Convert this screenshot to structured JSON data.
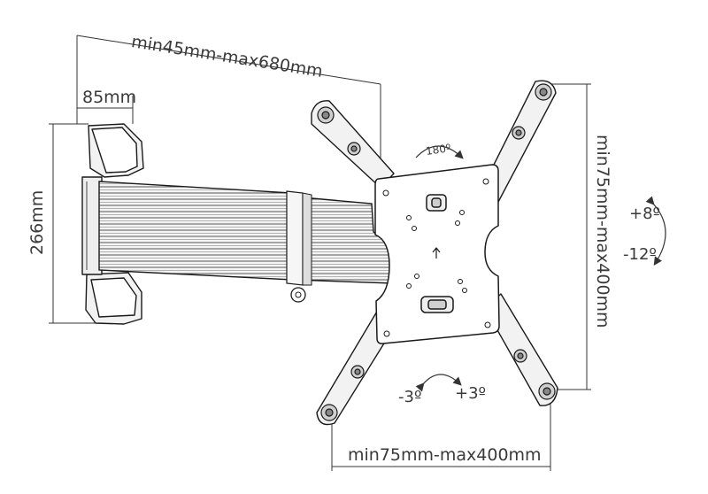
{
  "dimensions": {
    "arm_extension": "min45mm-max680mm",
    "wall_plate_depth": "85mm",
    "wall_plate_height": "266mm",
    "vesa_vertical": "min75mm-max400mm",
    "vesa_horizontal": "min75mm-max400mm"
  },
  "rotation": {
    "rotate": "180º",
    "tilt_up": "+8º",
    "tilt_down": "-12º",
    "level_minus": "-3º",
    "level_plus": "+3º"
  },
  "colors": {
    "line": "#1a1a1a",
    "dim_line": "#333333",
    "fill_light": "#f2f2f2",
    "fill_mid": "#dedede",
    "fill_dark": "#9a9a9a"
  }
}
